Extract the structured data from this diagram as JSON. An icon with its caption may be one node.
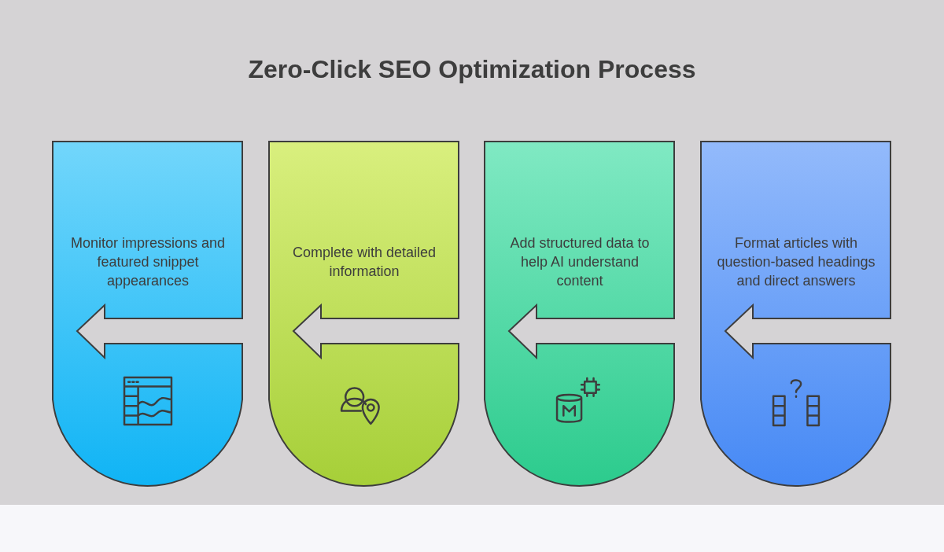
{
  "diagram": {
    "title": "Zero-Click SEO Optimization Process",
    "nodes": [
      {
        "text": [
          "Monitor impressions and featured snippet appearances"
        ]
      },
      {
        "text": [
          "Complete with detailed information"
        ]
      },
      {
        "text": [
          "Add structured data to help AI understand content"
        ]
      },
      {
        "text": [
          "Format articles with question-based headings and direct answers"
        ]
      }
    ]
  }
}
